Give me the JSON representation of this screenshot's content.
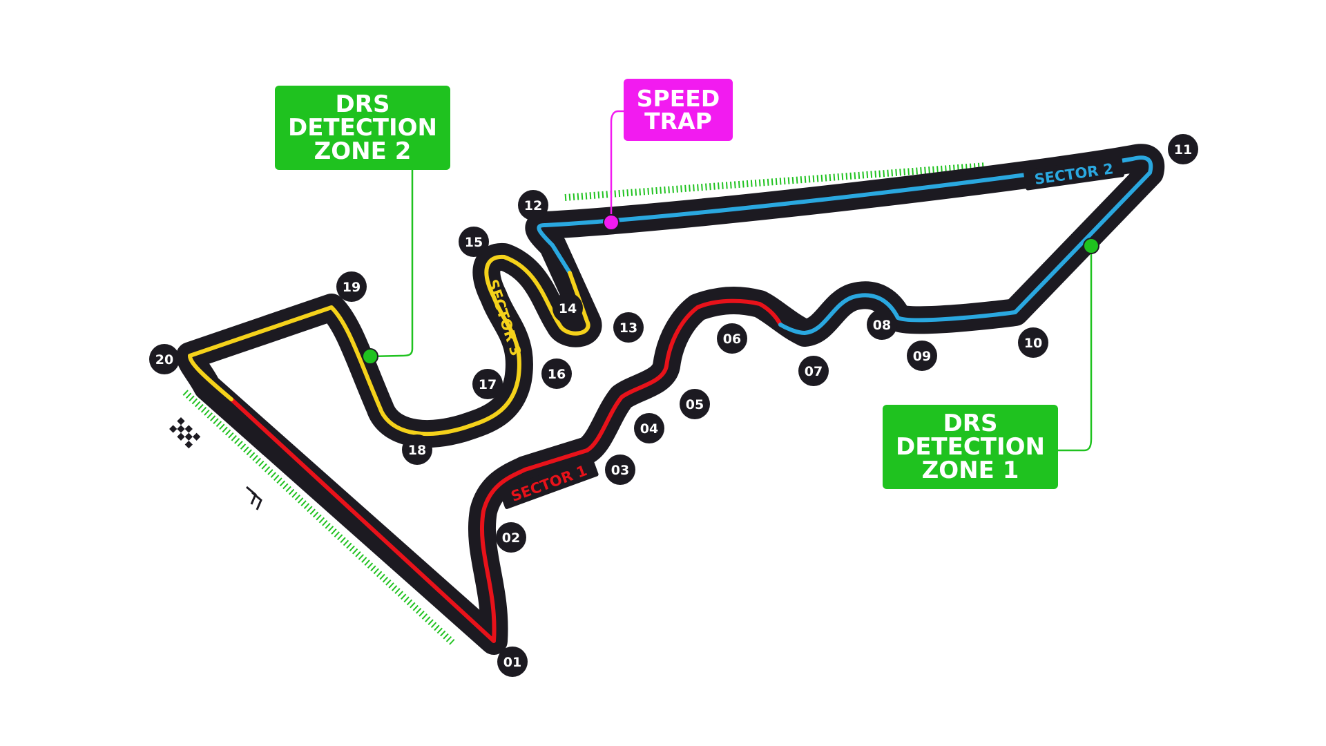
{
  "callouts": {
    "drs_zone_2": [
      "DRS",
      "DETECTION",
      "ZONE 2"
    ],
    "drs_zone_1": [
      "DRS",
      "DETECTION",
      "ZONE 1"
    ],
    "speed_trap": [
      "SPEED",
      "TRAP"
    ]
  },
  "sectors": {
    "s1": "SECTOR 1",
    "s2": "SECTOR 2",
    "s3": "SECTOR 3"
  },
  "turns": [
    "01",
    "02",
    "03",
    "04",
    "05",
    "06",
    "07",
    "08",
    "09",
    "10",
    "11",
    "12",
    "13",
    "14",
    "15",
    "16",
    "17",
    "18",
    "19",
    "20"
  ],
  "colors": {
    "track": "#1c1a21",
    "sector1": "#e8121a",
    "sector2": "#2aa8e0",
    "sector3": "#f5d21b",
    "drs": "#1fc21f",
    "speed_trap": "#f21bf0"
  },
  "icons": [
    "checkered-flag-icon",
    "chevron-direction-icon"
  ]
}
